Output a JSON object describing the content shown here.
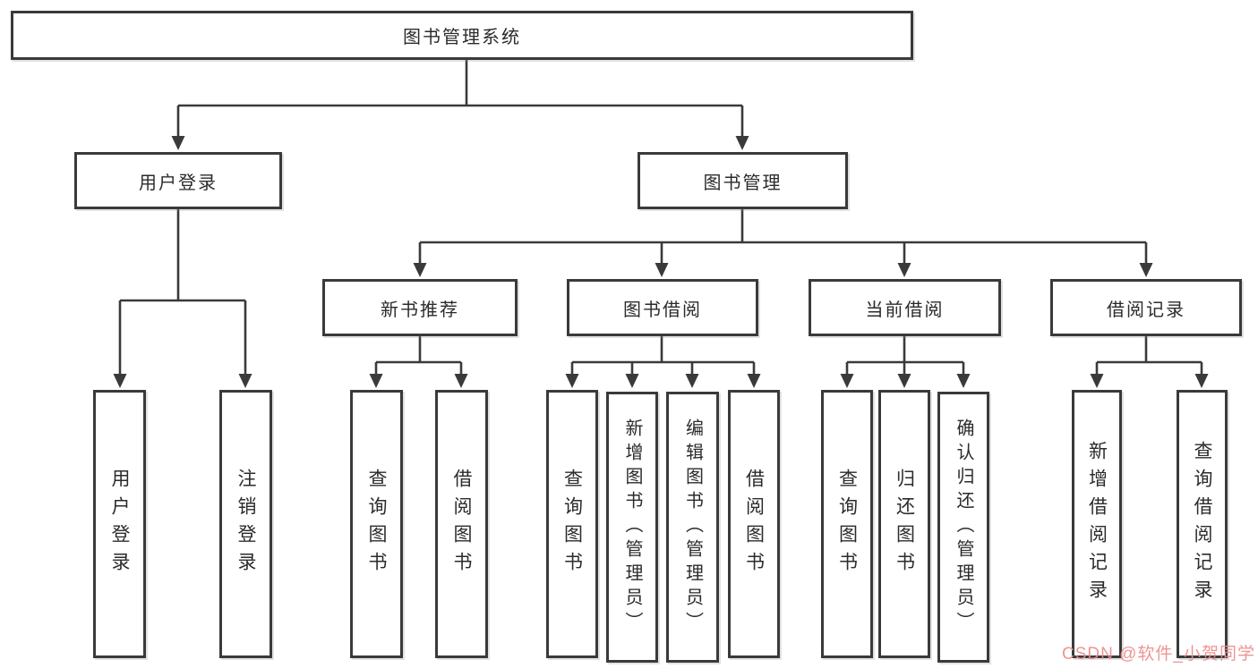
{
  "diagram_type": "hierarchy-tree",
  "tree": {
    "root": {
      "label": "图书管理系统"
    },
    "branches": [
      {
        "label": "用户登录",
        "children": [
          {
            "label": "用户登录"
          },
          {
            "label": "注销登录"
          }
        ]
      },
      {
        "label": "图书管理",
        "children": [
          {
            "label": "新书推荐",
            "children": [
              {
                "label": "查询图书"
              },
              {
                "label": "借阅图书"
              }
            ]
          },
          {
            "label": "图书借阅",
            "children": [
              {
                "label": "查询图书"
              },
              {
                "label": "新增图书（管理员）"
              },
              {
                "label": "编辑图书（管理员）"
              },
              {
                "label": "借阅图书"
              }
            ]
          },
          {
            "label": "当前借阅",
            "children": [
              {
                "label": "查询图书"
              },
              {
                "label": "归还图书"
              },
              {
                "label": "确认归还（管理员）"
              }
            ]
          },
          {
            "label": "借阅记录",
            "children": [
              {
                "label": "新增借阅记录"
              },
              {
                "label": "查询借阅记录"
              }
            ]
          }
        ]
      }
    ]
  },
  "watermark": {
    "text": "CSDN @软件_小贺同学",
    "color": "#EE8C8C"
  },
  "colors": {
    "line": "#3a3a3a",
    "box_border": "#3a3a3a",
    "text": "#2b2b2b",
    "background": "#ffffff"
  }
}
